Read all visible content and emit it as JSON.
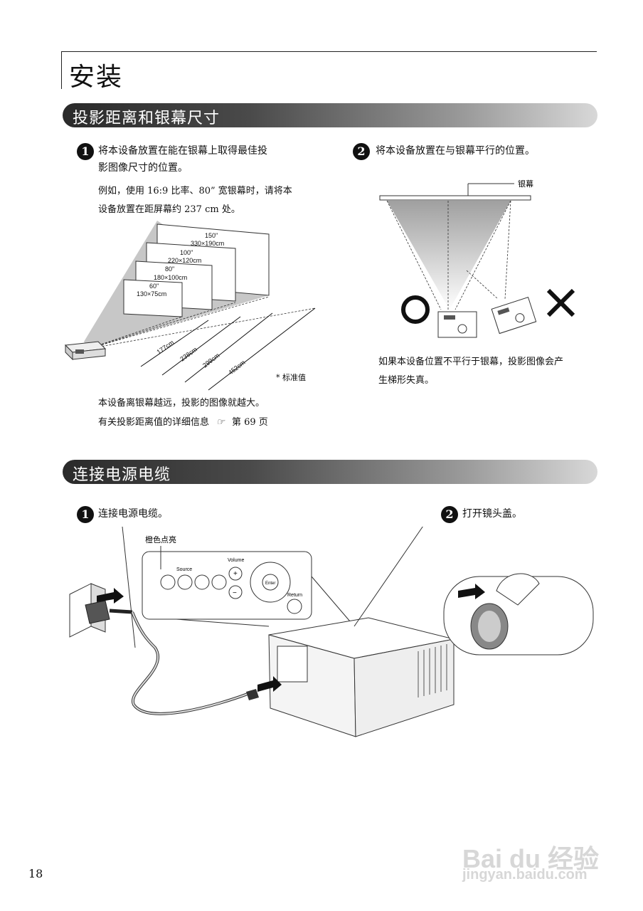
{
  "page": {
    "title": "安装",
    "page_number": "18"
  },
  "section1": {
    "title": "投影距离和银幕尺寸",
    "step1": {
      "num": "1",
      "line1": "将本设备放置在能在银幕上取得最佳投",
      "line2": "影图像尺寸的位置。",
      "example1": "例如，使用 16:9 比率、80” 宽银幕时，请将本",
      "example2": "设备放置在距屏幕约 237 cm 处。"
    },
    "diagram": {
      "screens": [
        {
          "size": "150\"",
          "dims": "330×190cm"
        },
        {
          "size": "100\"",
          "dims": "220×120cm"
        },
        {
          "size": "80\"",
          "dims": "180×100cm"
        },
        {
          "size": "60\"",
          "dims": "130×75cm"
        }
      ],
      "distances": [
        "177cm",
        "238cm",
        "299cm",
        "452cm"
      ],
      "note": "* 标准值"
    },
    "para1": "本设备离银幕越远，投影的图像就越大。",
    "para2_prefix": "有关投影距离值的详细信息",
    "para2_ref": "第 69 页",
    "step2": {
      "num": "2",
      "text": "将本设备放置在与银幕平行的位置。",
      "screen_label": "银幕",
      "caption1": "如果本设备位置不平行于银幕，投影图像会产",
      "caption2": "生梯形失真。"
    }
  },
  "section2": {
    "title": "连接电源电缆",
    "step1": {
      "num": "1",
      "text": "连接电源电缆。"
    },
    "step2": {
      "num": "2",
      "text": "打开镜头盖。"
    },
    "panel": {
      "orange_label": "橙色点亮",
      "source": "Source",
      "volume": "Volume",
      "enter": "Enter",
      "return": "Return",
      "plus": "+",
      "minus": "−"
    }
  },
  "watermark": {
    "brand": "Bai du 经验",
    "url": "jingyan.baidu.com"
  }
}
